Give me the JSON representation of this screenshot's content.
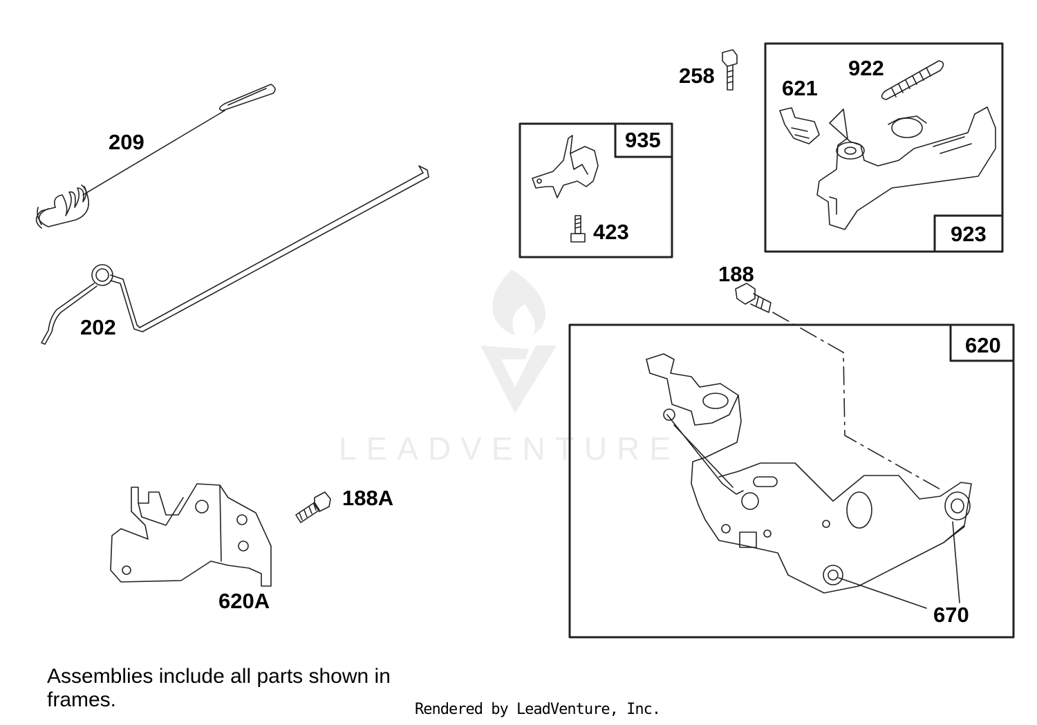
{
  "parts": {
    "p209": "209",
    "p202": "202",
    "p258": "258",
    "p922": "922",
    "p621": "621",
    "p935": "935",
    "p423": "423",
    "p923": "923",
    "p188": "188",
    "p620": "620",
    "p670": "670",
    "p188A": "188A",
    "p620A": "620A"
  },
  "note": "Assemblies include all parts shown in frames.",
  "footer": "Rendered by LeadVenture, Inc.",
  "watermark": "LEADVENTURE",
  "colors": {
    "line": "#222222",
    "watermark": "#ececec"
  }
}
